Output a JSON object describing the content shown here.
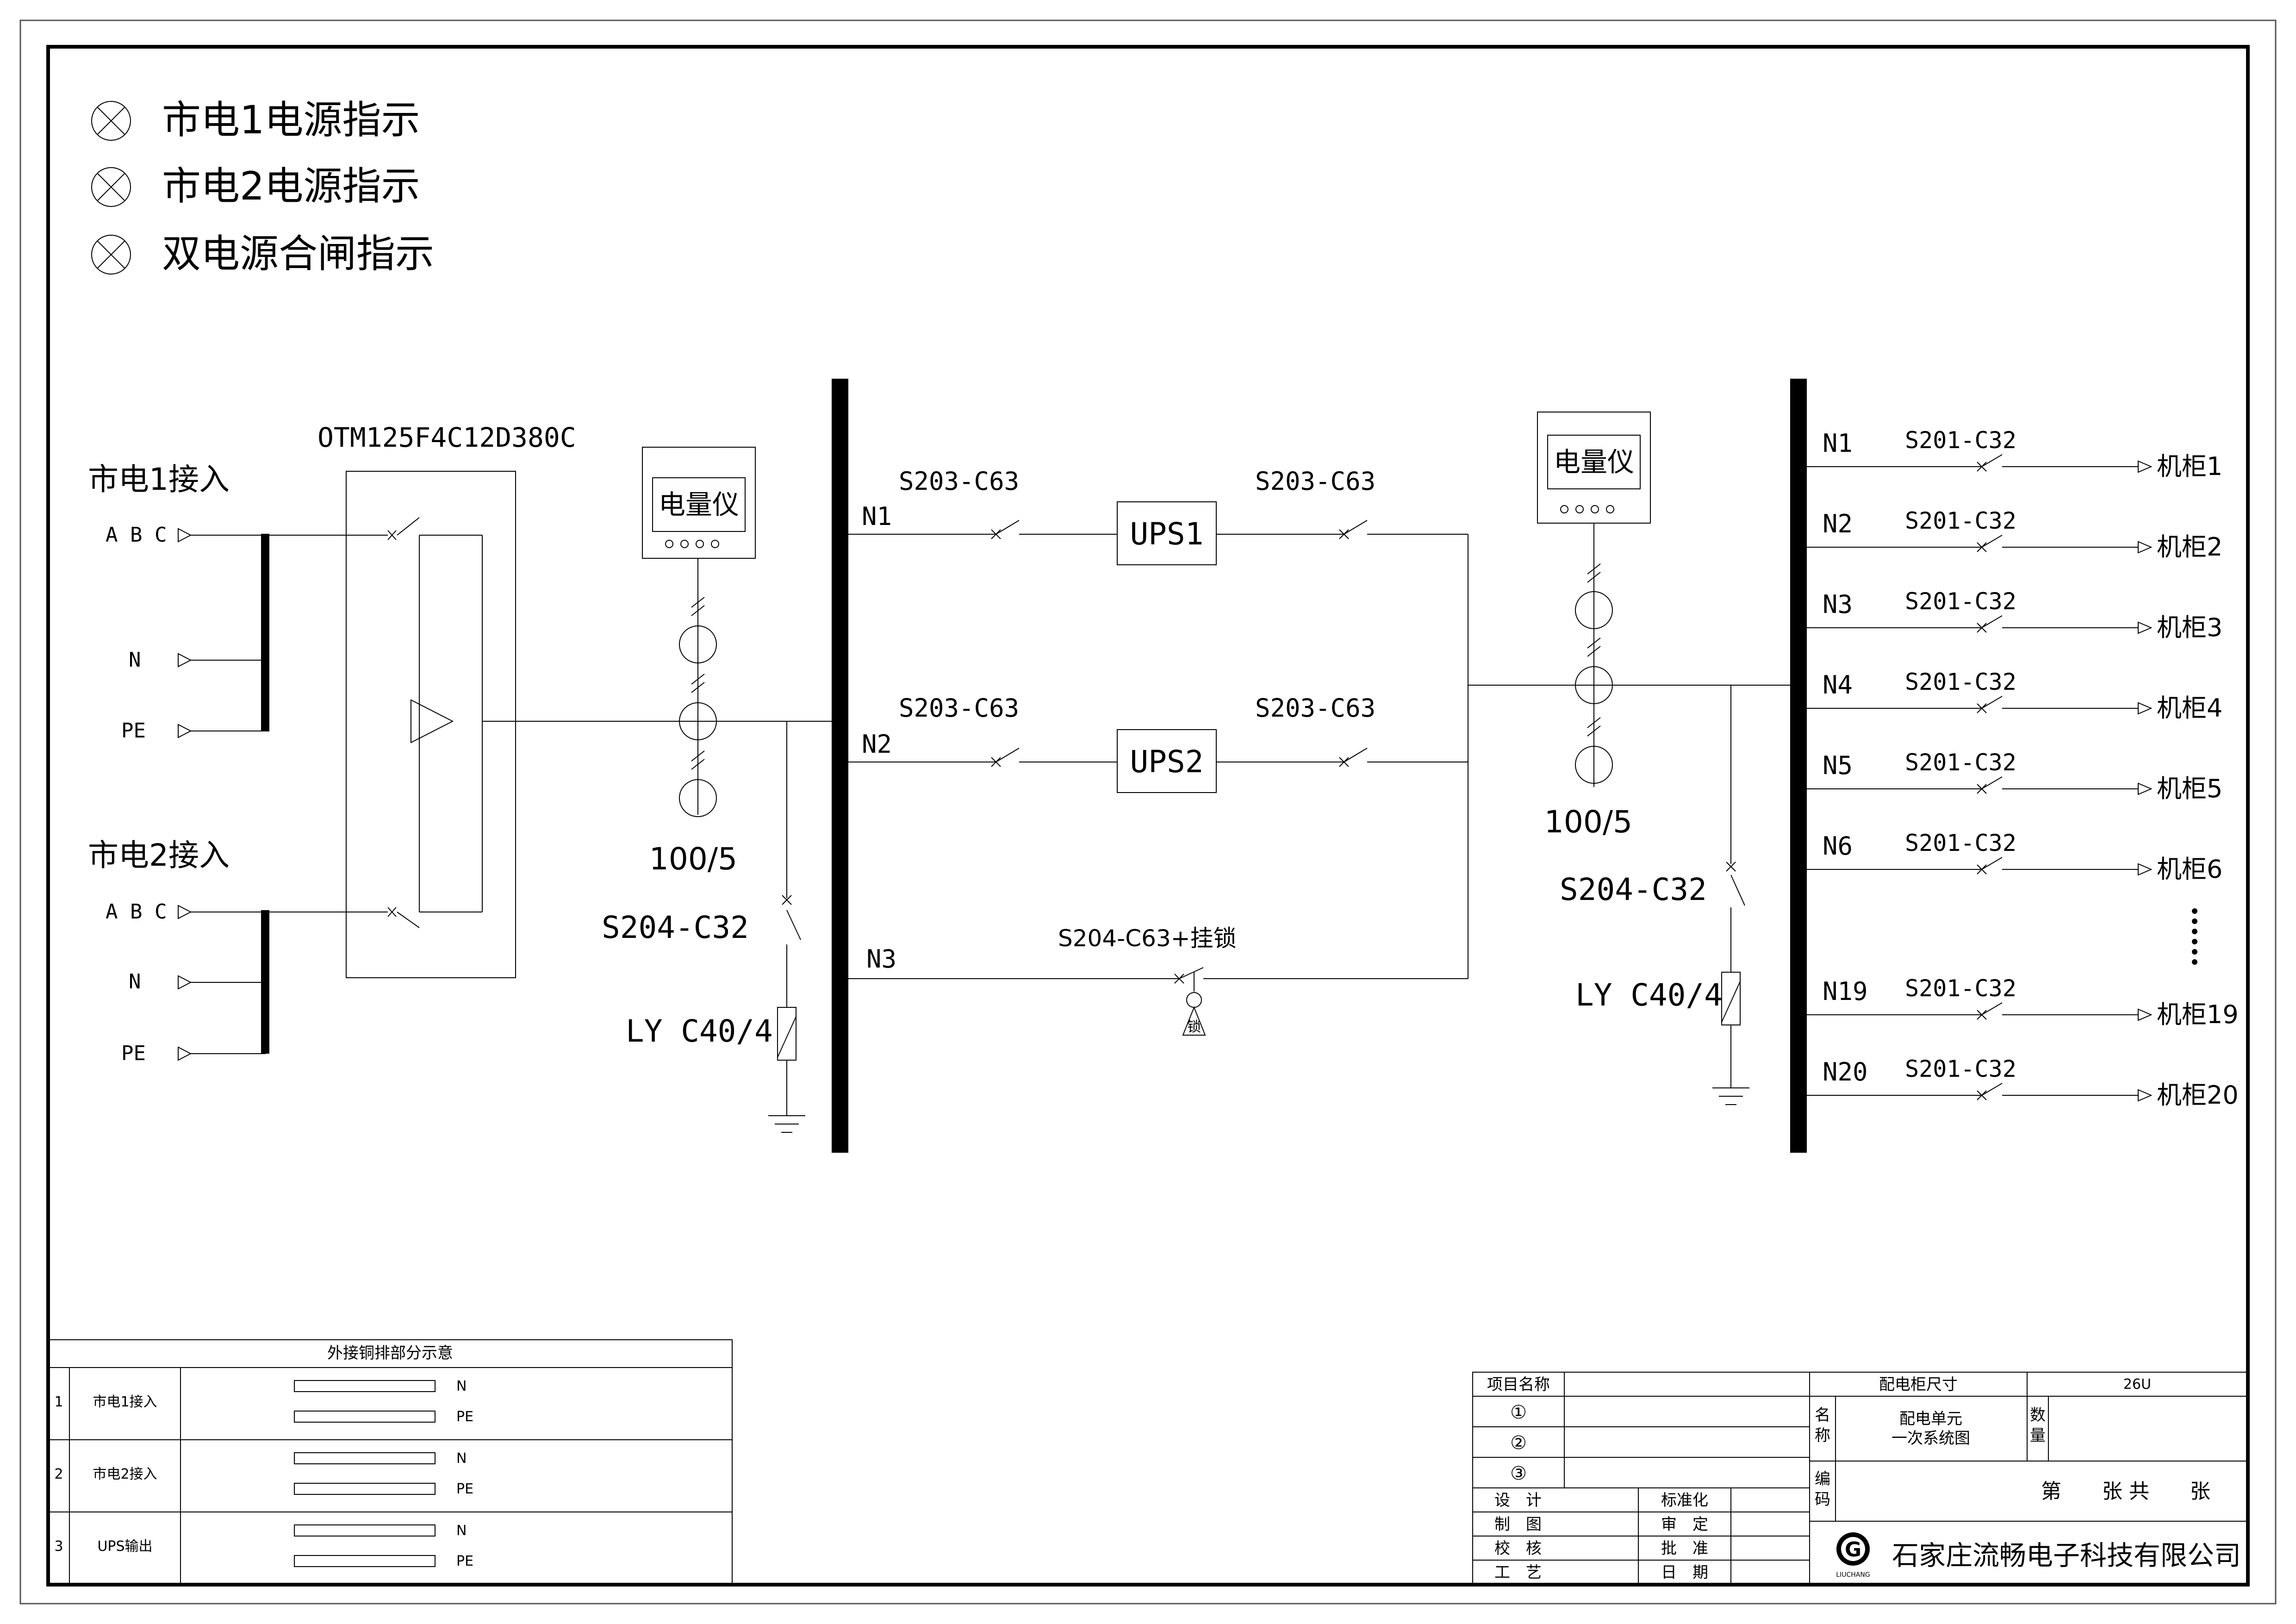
{
  "legend": [
    {
      "icon": "lamp-icon",
      "label": "市电1电源指示"
    },
    {
      "icon": "lamp-icon",
      "label": "市电2电源指示"
    },
    {
      "icon": "lamp-icon",
      "label": "双电源合闸指示"
    }
  ],
  "inputs": {
    "mains1_label": "市电1接入",
    "mains2_label": "市电2接入",
    "phase_label": "A B C",
    "neutral_label": "N",
    "pe_label": "PE"
  },
  "ats": {
    "model": "OTM125F4C12D380C"
  },
  "meter": {
    "label": "电量仪",
    "ct_ratio": "100/5"
  },
  "spd": {
    "breaker": "S204-C32",
    "arrester": "LY C40/4"
  },
  "mid_bus": {
    "branches": [
      {
        "name": "N1",
        "in_breaker": "S203-C63",
        "device": "UPS1",
        "out_breaker": "S203-C63"
      },
      {
        "name": "N2",
        "in_breaker": "S203-C63",
        "device": "UPS2",
        "out_breaker": "S203-C63"
      },
      {
        "name": "N3",
        "bypass_breaker": "S204-C63+挂锁",
        "lock_label": "锁"
      }
    ]
  },
  "out_bus": {
    "circuits": [
      {
        "name": "N1",
        "breaker": "S201-C32",
        "load": "机柜1"
      },
      {
        "name": "N2",
        "breaker": "S201-C32",
        "load": "机柜2"
      },
      {
        "name": "N3",
        "breaker": "S201-C32",
        "load": "机柜3"
      },
      {
        "name": "N4",
        "breaker": "S201-C32",
        "load": "机柜4"
      },
      {
        "name": "N5",
        "breaker": "S201-C32",
        "load": "机柜5"
      },
      {
        "name": "N6",
        "breaker": "S201-C32",
        "load": "机柜6"
      },
      {
        "name": "N19",
        "breaker": "S201-C32",
        "load": "机柜19"
      },
      {
        "name": "N20",
        "breaker": "S201-C32",
        "load": "机柜20"
      }
    ]
  },
  "copper_table": {
    "title": "外接铜排部分示意",
    "rows": [
      {
        "no": "1",
        "name": "市电1接入",
        "bars": [
          "N",
          "PE"
        ]
      },
      {
        "no": "2",
        "name": "市电2接入",
        "bars": [
          "N",
          "PE"
        ]
      },
      {
        "no": "3",
        "name": "UPS输出",
        "bars": [
          "N",
          "PE"
        ]
      }
    ]
  },
  "title_block": {
    "project_name_label": "项目名称",
    "cabinet_size_label": "配电柜尺寸",
    "cabinet_size_value": "26U",
    "revisions": [
      "①",
      "②",
      "③"
    ],
    "name_label_1": "名",
    "name_label_2": "称",
    "drawing_name_line1": "配电单元",
    "drawing_name_line2": "一次系统图",
    "qty_label_1": "数",
    "qty_label_2": "量",
    "code_label_1": "编",
    "code_label_2": "码",
    "sheet_no": "第　　张  共　　张",
    "roles_left": [
      "设　计",
      "制　图",
      "校　核",
      "工　艺"
    ],
    "roles_right": [
      "标准化",
      "审　定",
      "批　准",
      "日　期"
    ],
    "logo_letter": "G",
    "logo_caption": "LIUCHANG",
    "company": "石家庄流畅电子科技有限公司"
  }
}
